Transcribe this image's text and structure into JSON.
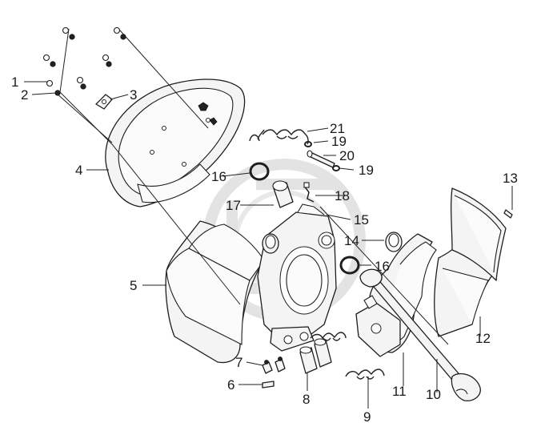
{
  "diagram": {
    "type": "exploded-parts-diagram",
    "callouts": [
      {
        "id": 1,
        "label": "1"
      },
      {
        "id": 2,
        "label": "2"
      },
      {
        "id": 3,
        "label": "3"
      },
      {
        "id": 4,
        "label": "4"
      },
      {
        "id": 5,
        "label": "5"
      },
      {
        "id": 6,
        "label": "6"
      },
      {
        "id": 7,
        "label": "7"
      },
      {
        "id": 8,
        "label": "8"
      },
      {
        "id": 9,
        "label": "9"
      },
      {
        "id": 10,
        "label": "10"
      },
      {
        "id": 11,
        "label": "11"
      },
      {
        "id": 12,
        "label": "12"
      },
      {
        "id": 13,
        "label": "13"
      },
      {
        "id": 14,
        "label": "14"
      },
      {
        "id": 15,
        "label": "15"
      },
      {
        "id": 16,
        "label": "16"
      },
      {
        "id": 17,
        "label": "17"
      },
      {
        "id": 18,
        "label": "18"
      },
      {
        "id": 19,
        "label": "19"
      },
      {
        "id": 20,
        "label": "20"
      },
      {
        "id": 21,
        "label": "21"
      }
    ],
    "colors": {
      "line": "#1e1e1e",
      "fill": "#f4f4f4",
      "background": "#ffffff",
      "watermark": "#e3e3e3"
    }
  }
}
